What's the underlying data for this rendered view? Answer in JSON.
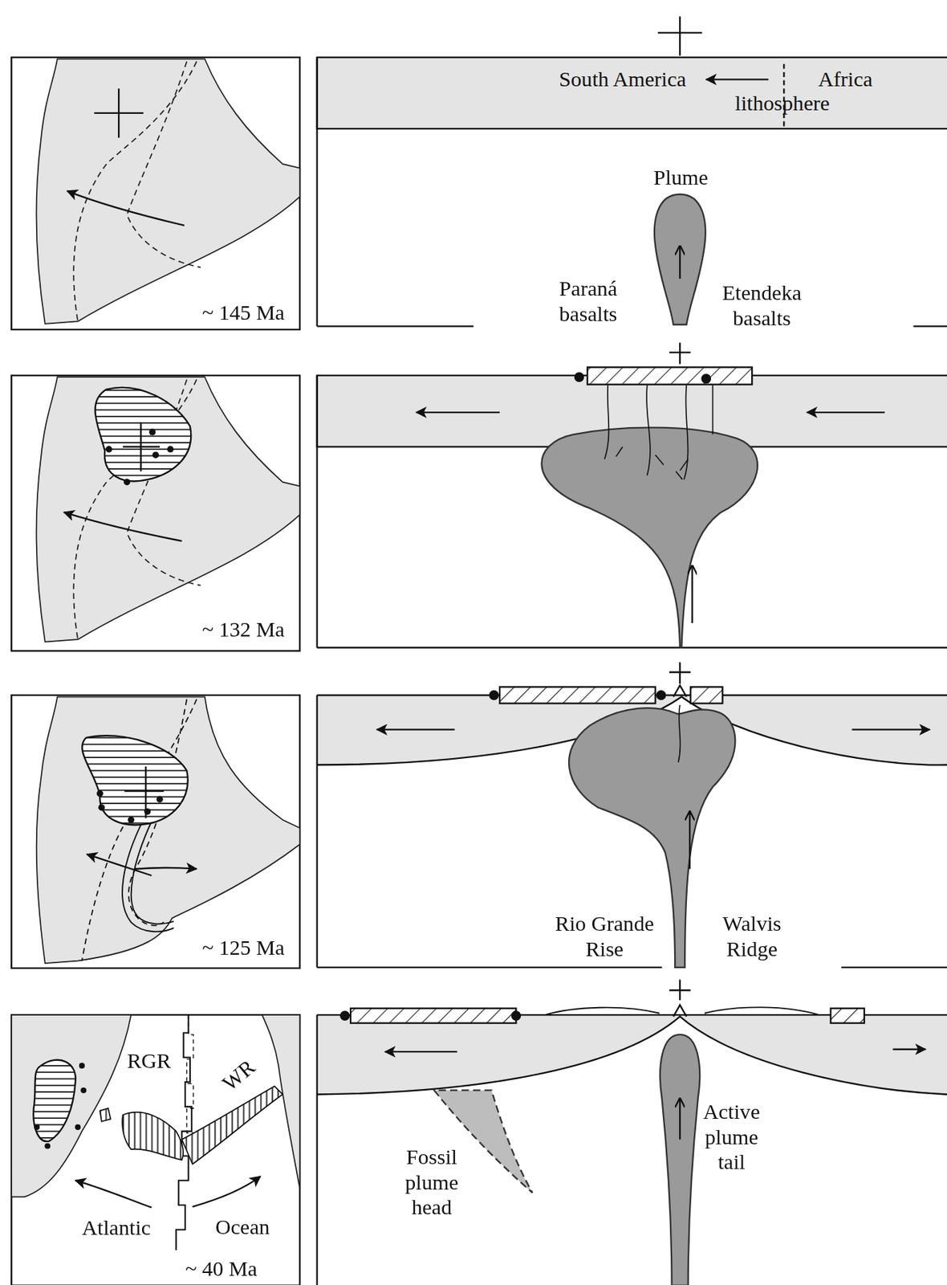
{
  "diagram": {
    "labels": [
      "South America",
      "Africa",
      "lithosphere",
      "~ 145 Ma",
      "Plume",
      "Paraná basalts",
      "Etendeka basalts",
      "~ 132 Ma",
      "~ 125 Ma",
      "Rio Grande Rise",
      "Walvis Ridge",
      "RGR",
      "WR",
      "Atlantic",
      "Ocean",
      "~ 40 Ma",
      "Fossil plume head",
      "Active plume tail"
    ]
  }
}
